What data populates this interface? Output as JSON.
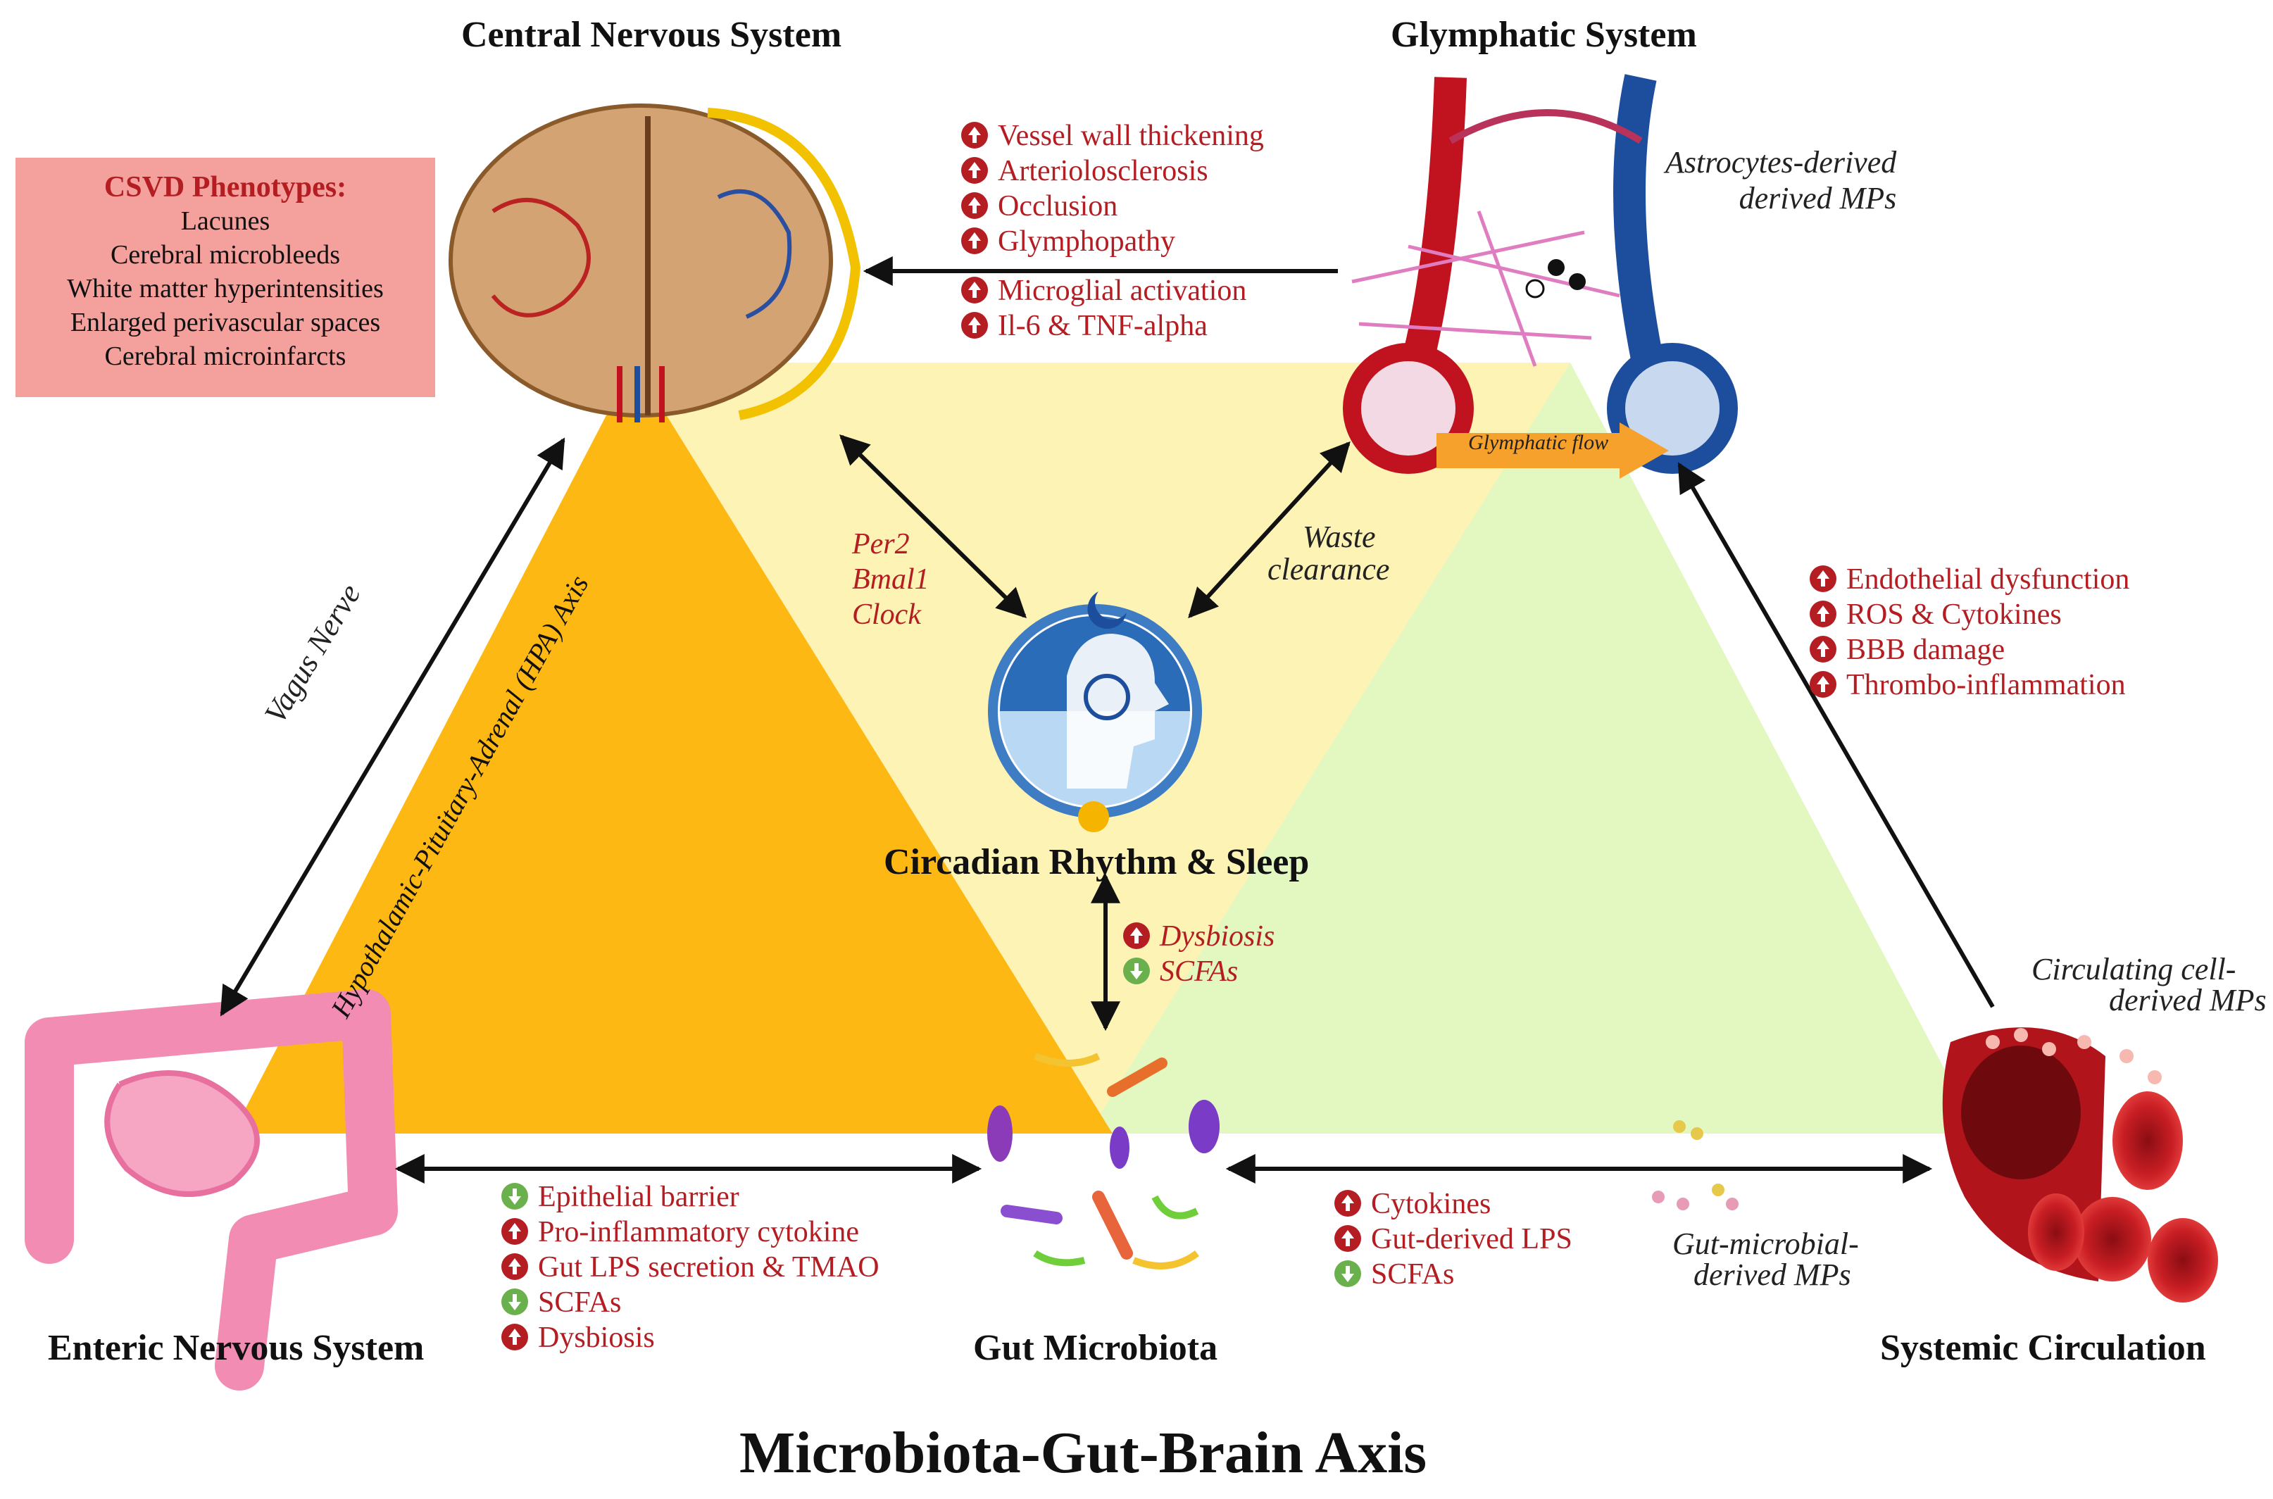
{
  "main_title": "Microbiota-Gut-Brain Axis",
  "nodes": {
    "cns": "Central Nervous System",
    "glymphatic": "Glymphatic System",
    "circadian": "Circadian Rhythm & Sleep",
    "enteric": "Enteric Nervous System",
    "gut": "Gut Microbiota",
    "systemic": "Systemic Circulation"
  },
  "csvd": {
    "heading": "CSVD Phenotypes:",
    "items": [
      "Lacunes",
      "Cerebral microbleeds",
      "White matter hyperintensities",
      "Enlarged perivascular spaces",
      "Cerebral microinfarcts"
    ]
  },
  "glymph_to_cns": {
    "group1": [
      {
        "dir": "up",
        "text": "Vessel wall thickening"
      },
      {
        "dir": "up",
        "text": "Arteriolosclerosis"
      },
      {
        "dir": "up",
        "text": "Occlusion"
      },
      {
        "dir": "up",
        "text": "Glymphopathy"
      }
    ],
    "group2": [
      {
        "dir": "up",
        "text": "Microglial activation"
      },
      {
        "dir": "up",
        "text": "Il-6 & TNF-alpha"
      }
    ]
  },
  "astrocytes_label": [
    "Astrocytes-derived",
    "derived MPs"
  ],
  "glymphatic_flow": "Glymphatic flow",
  "genes": [
    "Per2",
    "Bmal1",
    "Clock"
  ],
  "waste": [
    "Waste",
    "clearance"
  ],
  "systemic_to_glymph": [
    {
      "dir": "up",
      "text": "Endothelial dysfunction"
    },
    {
      "dir": "up",
      "text": "ROS & Cytokines"
    },
    {
      "dir": "up",
      "text": "BBB damage"
    },
    {
      "dir": "up",
      "text": "Thrombo-inflammation"
    }
  ],
  "circulating_label": [
    "Circulating cell-",
    "derived MPs"
  ],
  "vagus": "Vagus Nerve",
  "hpa": "Hypothalamic-Pituitary-Adrenal (HPA) Axis",
  "circadian_gut": [
    {
      "dir": "up",
      "text": "Dysbiosis"
    },
    {
      "dir": "down",
      "text": "SCFAs"
    }
  ],
  "enteric_gut": [
    {
      "dir": "down",
      "text": "Epithelial barrier"
    },
    {
      "dir": "up",
      "text": "Pro-inflammatory cytokine"
    },
    {
      "dir": "up",
      "text": "Gut LPS secretion & TMAO"
    },
    {
      "dir": "down",
      "text": "SCFAs"
    },
    {
      "dir": "up",
      "text": "Dysbiosis"
    }
  ],
  "gut_systemic": [
    {
      "dir": "up",
      "text": "Cytokines"
    },
    {
      "dir": "up",
      "text": "Gut-derived LPS"
    },
    {
      "dir": "down",
      "text": "SCFAs"
    }
  ],
  "gut_microbial_label": [
    "Gut-microbial-",
    "derived MPs"
  ],
  "colors": {
    "orange_triangle": "#fdb813",
    "yellow_triangle": "#fdf3b4",
    "green_triangle": "#e3f8c1",
    "red_accent": "#b41e23",
    "csvd_box": "#f4a09c"
  }
}
